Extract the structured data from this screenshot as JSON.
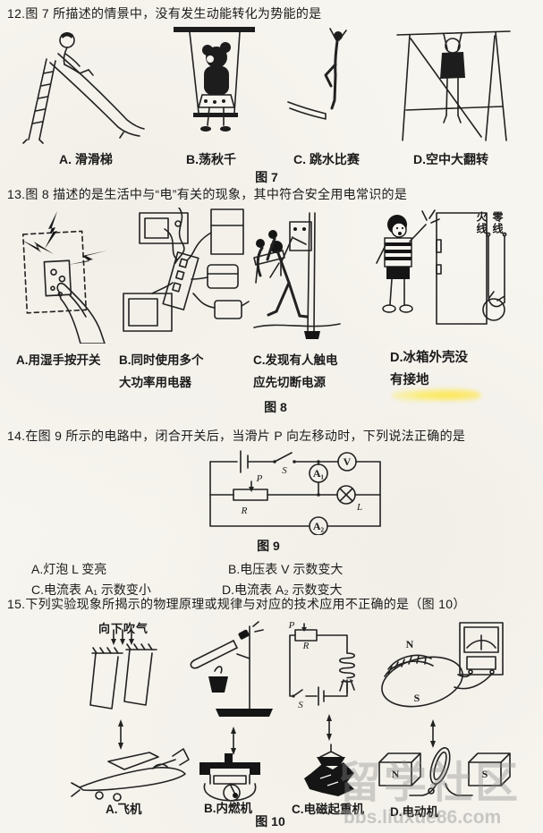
{
  "q12": {
    "stem": "12.图 7 所描述的情景中，没有发生动能转化为势能的是",
    "options": [
      "A. 滑滑梯",
      "B.荡秋千",
      "C. 跳水比赛",
      "D.空中大翻转"
    ],
    "caption": "图 7"
  },
  "q13": {
    "stem": "13.图 8 描述的是生活中与“电”有关的现象，其中符合安全用电常识的是",
    "options": [
      [
        "A.用湿手按开关",
        ""
      ],
      [
        "B.同时使用多个",
        "大功率用电器"
      ],
      [
        "C.发现有人触电",
        "应先切断电源"
      ],
      [
        "D.冰箱外壳没",
        "有接地"
      ]
    ],
    "wire_live": "火线",
    "wire_neutral": "零线",
    "caption": "图 8"
  },
  "q14": {
    "stem": "14.在图 9 所示的电路中，闭合开关后，当滑片 P 向左移动时，下列说法正确的是",
    "circuit": {
      "switch": "S",
      "voltmeter": "V",
      "ammeter1": "A₁",
      "ammeter2": "A₂",
      "slider": "P",
      "resistor": "R",
      "lamp": "L"
    },
    "caption": "图 9",
    "options": [
      "A.灯泡 L 变亮",
      "B.电压表 V 示数变大",
      "C.电流表 A₁ 示数变小",
      "D.电流表 A₂ 示数变大"
    ]
  },
  "q15": {
    "stem": "15.下列实验现象所揭示的物理原理或规律与对应的技术应用不正确的是（图 10）",
    "blow_label": "向下吹气",
    "circ": {
      "slider": "P",
      "resistor": "R",
      "switch": "S"
    },
    "induction": {
      "n": "N",
      "s": "S"
    },
    "motor": {
      "n": "N",
      "s": "S"
    },
    "options": [
      "A.飞机",
      "B.内燃机",
      "C.电磁起重机",
      "D.电动机"
    ],
    "caption": "图 10"
  },
  "watermark": {
    "title": "留学社区",
    "url": "bbs.liuxue86.com"
  }
}
